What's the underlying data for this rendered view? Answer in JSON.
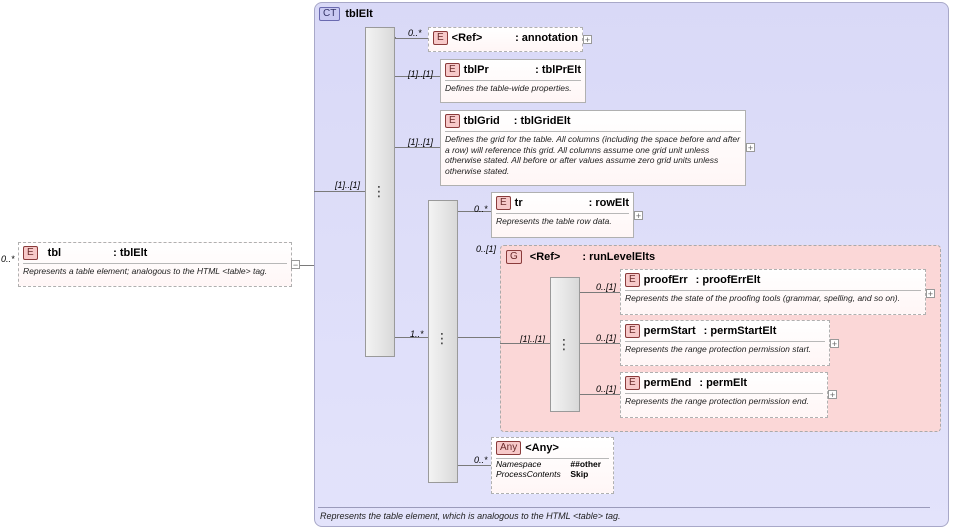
{
  "complex_type": {
    "badge": "CT",
    "name": "tblElt",
    "description": "Represents the table element, which is analogous to the HTML <table> tag."
  },
  "root": {
    "badge": "E",
    "name": "tbl",
    "type": ": tblElt",
    "multiplicity": "0..*",
    "description": "Represents a table element; analogous to the HTML <table> tag."
  },
  "seq1": {
    "multiplicity": "[1]..[1]"
  },
  "seq2": {
    "multiplicity": "1..*"
  },
  "annotation": {
    "badge": "E",
    "name": "<Ref>",
    "type": ": annotation",
    "multiplicity": "0..*"
  },
  "tblPr": {
    "badge": "E",
    "name": "tblPr",
    "type": ": tblPrElt",
    "multiplicity": "[1]..[1]",
    "description": "Defines the table-wide properties."
  },
  "tblGrid": {
    "badge": "E",
    "name": "tblGrid",
    "type": ": tblGridElt",
    "multiplicity": "[1]..[1]",
    "description": "Defines the grid for the table. All columns (including the space before and after a row) will reference this grid. All columns assume one grid unit unless otherwise stated. All before or after values assume zero grid units unless otherwise stated."
  },
  "tr": {
    "badge": "E",
    "name": "tr",
    "type": ": rowElt",
    "multiplicity": "0..*",
    "description": "Represents the table row data."
  },
  "group": {
    "badge": "G",
    "name": "<Ref>",
    "type": ": runLevelElts",
    "multiplicity": "0..[1]",
    "seq_multiplicity": "[1]..[1]"
  },
  "proofErr": {
    "badge": "E",
    "name": "proofErr",
    "type": ": proofErrElt",
    "multiplicity": "0..[1]",
    "description": "Represents the state of the proofing tools (grammar, spelling, and so on)."
  },
  "permStart": {
    "badge": "E",
    "name": "permStart",
    "type": ": permStartElt",
    "multiplicity": "0..[1]",
    "description": "Represents the range protection permission start."
  },
  "permEnd": {
    "badge": "E",
    "name": "permEnd",
    "type": ": permElt",
    "multiplicity": "0..[1]",
    "description": "Represents the range protection permission end."
  },
  "any": {
    "badge": "Any",
    "name": "<Any>",
    "multiplicity": "0..*",
    "namespace_label": "Namespace",
    "namespace_value": "##other",
    "process_label": "ProcessContents",
    "process_value": "Skip"
  },
  "plus_sign": "+",
  "minus_sign": "−"
}
